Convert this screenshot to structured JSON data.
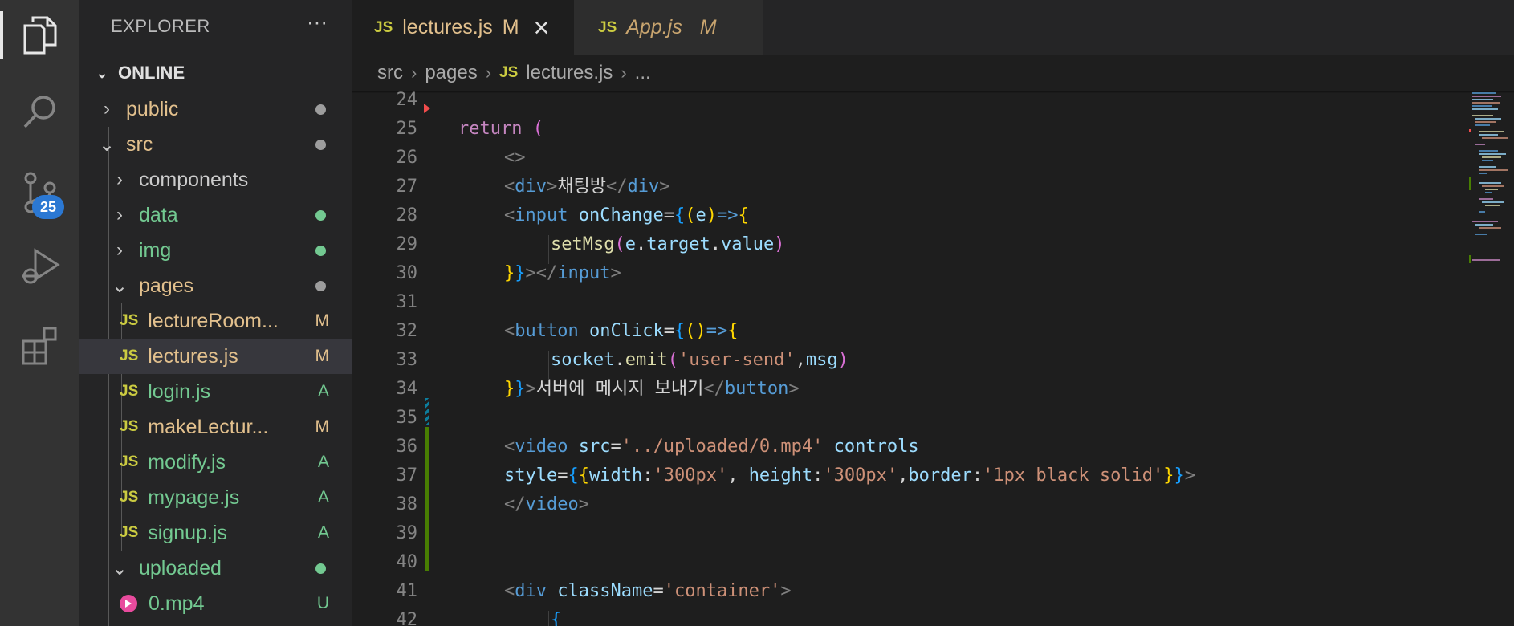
{
  "activity_bar": {
    "source_control_badge": "25"
  },
  "sidebar": {
    "title": "EXPLORER",
    "more": "···",
    "section": "ONLINE",
    "items": [
      {
        "label": "public",
        "kind": "folder",
        "chevron": "›",
        "dot": "#9d9d9d",
        "color": "#e2c08d"
      },
      {
        "label": "src",
        "kind": "folder",
        "chevron": "⌄",
        "dot": "#9d9d9d",
        "color": "#e2c08d"
      },
      {
        "label": "components",
        "kind": "folder",
        "chevron": "›",
        "color": "#cccccc"
      },
      {
        "label": "data",
        "kind": "folder",
        "chevron": "›",
        "dot": "#73c991",
        "color": "#73c991"
      },
      {
        "label": "img",
        "kind": "folder",
        "chevron": "›",
        "dot": "#73c991",
        "color": "#73c991"
      },
      {
        "label": "pages",
        "kind": "folder",
        "chevron": "⌄",
        "dot": "#9d9d9d",
        "color": "#e2c08d"
      },
      {
        "label": "lectureRoom...",
        "kind": "js",
        "status": "M",
        "color": "#e2c08d"
      },
      {
        "label": "lectures.js",
        "kind": "js",
        "status": "M",
        "color": "#e2c08d",
        "selected": true
      },
      {
        "label": "login.js",
        "kind": "js",
        "status": "A",
        "color": "#73c991"
      },
      {
        "label": "makeLectur...",
        "kind": "js",
        "status": "M",
        "color": "#e2c08d"
      },
      {
        "label": "modify.js",
        "kind": "js",
        "status": "A",
        "color": "#73c991"
      },
      {
        "label": "mypage.js",
        "kind": "js",
        "status": "A",
        "color": "#73c991"
      },
      {
        "label": "signup.js",
        "kind": "js",
        "status": "A",
        "color": "#73c991"
      },
      {
        "label": "uploaded",
        "kind": "folder",
        "chevron": "⌄",
        "dot": "#73c991",
        "color": "#73c991"
      },
      {
        "label": "0.mp4",
        "kind": "media",
        "status": "U",
        "color": "#73c991"
      }
    ]
  },
  "tabs": [
    {
      "icon": "JS",
      "label": "lectures.js",
      "status": "M",
      "close": "×",
      "active": true
    },
    {
      "icon": "JS",
      "label": "App.js",
      "status": "M",
      "active": false
    }
  ],
  "breadcrumb": [
    "src",
    "pages",
    "lectures.js",
    "..."
  ],
  "editor": {
    "lines": [
      {
        "n": "24",
        "tokens": []
      },
      {
        "n": "25",
        "tokens": [
          [
            "kw",
            "return"
          ],
          [
            "tx",
            " "
          ],
          [
            "br2",
            "("
          ]
        ]
      },
      {
        "n": "26",
        "tokens": [
          [
            "pu",
            "<>"
          ]
        ]
      },
      {
        "n": "27",
        "tokens": [
          [
            "pu",
            "<"
          ],
          [
            "tg",
            "div"
          ],
          [
            "pu",
            ">"
          ],
          [
            "tx",
            "채팅방"
          ],
          [
            "pu",
            "</"
          ],
          [
            "tg",
            "div"
          ],
          [
            "pu",
            ">"
          ]
        ]
      },
      {
        "n": "28",
        "tokens": [
          [
            "pu",
            "<"
          ],
          [
            "tg",
            "input"
          ],
          [
            "tx",
            " "
          ],
          [
            "at",
            "onChange"
          ],
          [
            "tx",
            "="
          ],
          [
            "br3",
            "{"
          ],
          [
            "br1",
            "("
          ],
          [
            "at",
            "e"
          ],
          [
            "br1",
            ")"
          ],
          [
            "tg",
            "=>"
          ],
          [
            "br1",
            "{"
          ]
        ]
      },
      {
        "n": "29",
        "tokens": [
          [
            "fn",
            "setMsg"
          ],
          [
            "br2",
            "("
          ],
          [
            "at",
            "e"
          ],
          [
            "tx",
            "."
          ],
          [
            "at",
            "target"
          ],
          [
            "tx",
            "."
          ],
          [
            "at",
            "value"
          ],
          [
            "br2",
            ")"
          ]
        ]
      },
      {
        "n": "30",
        "tokens": [
          [
            "br1",
            "}"
          ],
          [
            "br3",
            "}"
          ],
          [
            "pu",
            "></"
          ],
          [
            "tg",
            "input"
          ],
          [
            "pu",
            ">"
          ]
        ]
      },
      {
        "n": "31",
        "tokens": []
      },
      {
        "n": "32",
        "tokens": [
          [
            "pu",
            "<"
          ],
          [
            "tg",
            "button"
          ],
          [
            "tx",
            " "
          ],
          [
            "at",
            "onClick"
          ],
          [
            "tx",
            "="
          ],
          [
            "br3",
            "{"
          ],
          [
            "br1",
            "()"
          ],
          [
            "tg",
            "=>"
          ],
          [
            "br1",
            "{"
          ]
        ]
      },
      {
        "n": "33",
        "tokens": [
          [
            "at",
            "socket"
          ],
          [
            "tx",
            "."
          ],
          [
            "fn",
            "emit"
          ],
          [
            "br2",
            "("
          ],
          [
            "st",
            "'user-send'"
          ],
          [
            "tx",
            ","
          ],
          [
            "at",
            "msg"
          ],
          [
            "br2",
            ")"
          ]
        ]
      },
      {
        "n": "34",
        "tokens": [
          [
            "br1",
            "}"
          ],
          [
            "br3",
            "}"
          ],
          [
            "pu",
            ">"
          ],
          [
            "tx",
            "서버에 메시지 보내기"
          ],
          [
            "pu",
            "</"
          ],
          [
            "tg",
            "button"
          ],
          [
            "pu",
            ">"
          ]
        ]
      },
      {
        "n": "35",
        "tokens": []
      },
      {
        "n": "36",
        "tokens": [
          [
            "pu",
            "<"
          ],
          [
            "tg",
            "video"
          ],
          [
            "tx",
            " "
          ],
          [
            "at",
            "src"
          ],
          [
            "tx",
            "="
          ],
          [
            "st",
            "'../uploaded/0.mp4'"
          ],
          [
            "tx",
            " "
          ],
          [
            "at",
            "controls"
          ]
        ]
      },
      {
        "n": "37",
        "tokens": [
          [
            "at",
            "style"
          ],
          [
            "tx",
            "="
          ],
          [
            "br3",
            "{"
          ],
          [
            "br1",
            "{"
          ],
          [
            "at",
            "width"
          ],
          [
            "tx",
            ":"
          ],
          [
            "st",
            "'300px'"
          ],
          [
            "tx",
            ", "
          ],
          [
            "at",
            "height"
          ],
          [
            "tx",
            ":"
          ],
          [
            "st",
            "'300px'"
          ],
          [
            "tx",
            ","
          ],
          [
            "at",
            "border"
          ],
          [
            "tx",
            ":"
          ],
          [
            "st",
            "'1px black solid'"
          ],
          [
            "br1",
            "}"
          ],
          [
            "br3",
            "}"
          ],
          [
            "pu",
            ">"
          ]
        ]
      },
      {
        "n": "38",
        "tokens": [
          [
            "pu",
            "</"
          ],
          [
            "tg",
            "video"
          ],
          [
            "pu",
            ">"
          ]
        ]
      },
      {
        "n": "39",
        "tokens": []
      },
      {
        "n": "40",
        "tokens": []
      },
      {
        "n": "41",
        "tokens": [
          [
            "pu",
            "<"
          ],
          [
            "tg",
            "div"
          ],
          [
            "tx",
            " "
          ],
          [
            "at",
            "className"
          ],
          [
            "tx",
            "="
          ],
          [
            "st",
            "'container'"
          ],
          [
            "pu",
            ">"
          ]
        ]
      },
      {
        "n": "42",
        "tokens": [
          [
            "br3",
            "{"
          ]
        ]
      }
    ]
  }
}
